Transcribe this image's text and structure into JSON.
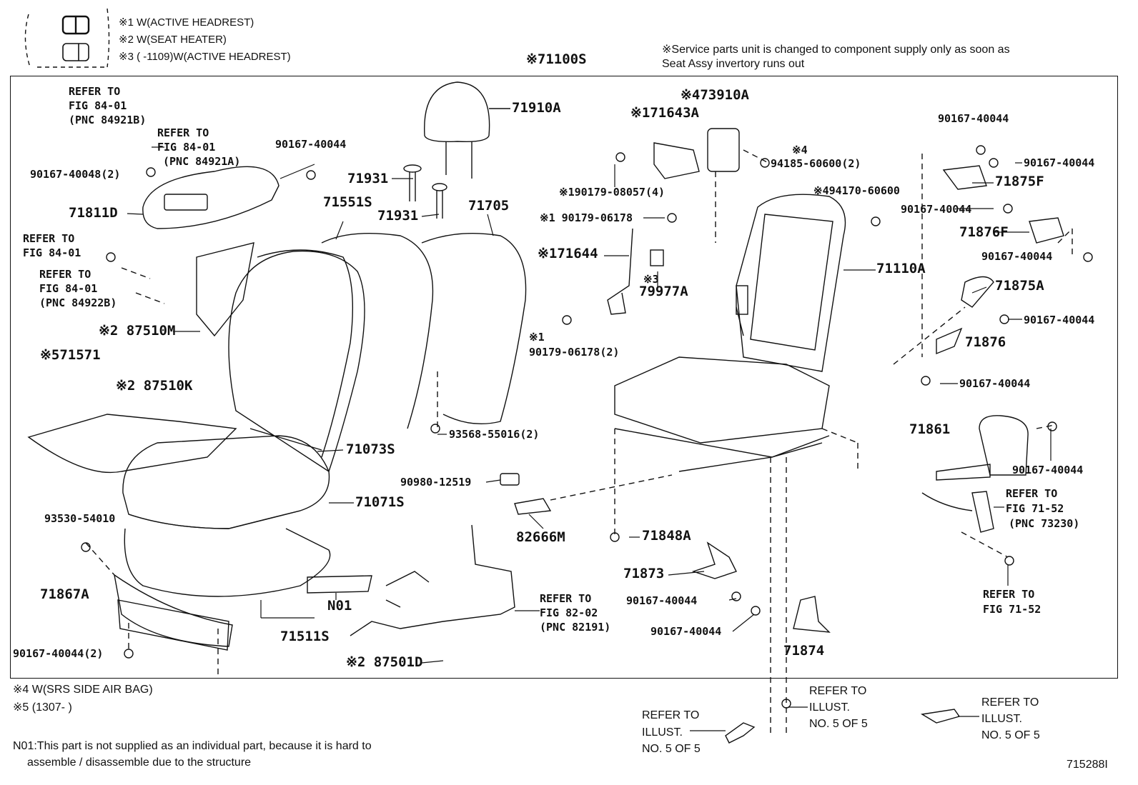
{
  "legend": {
    "line1": "※1 W(ACTIVE HEADREST)",
    "line2": "※2 W(SEAT HEATER)",
    "line3": "※3 (      -1109)W(ACTIVE HEADREST)",
    "icon1": "headrest-switch-icon",
    "icon2": "heater-switch-icon"
  },
  "service_note": {
    "line1": "※Service parts unit is changed to component supply only as soon as",
    "line2": "Seat Assy invertory runs out"
  },
  "assembly_label": "※71100S",
  "labels": {
    "ref_84921b": [
      "REFER TO",
      "FIG 84-01",
      "(PNC 84921B)"
    ],
    "ref_84921a": [
      "REFER TO",
      "FIG 84-01",
      "(PNC 84921A)"
    ],
    "p90167_40044_a": "90167-40044",
    "p90167_40048": "90167-40048(2)",
    "p71811d": "71811D",
    "ref_fig84_a": [
      "REFER TO",
      "FIG 84-01"
    ],
    "ref_84922b": [
      "REFER TO",
      "FIG 84-01",
      "(PNC 84922B)"
    ],
    "p87510m": "※2 87510M",
    "p71571": "※571571",
    "p87510k": "※2 87510K",
    "p71910a": "71910A",
    "p71931a": "71931",
    "p71931b": "71931",
    "p71551s": "71551S",
    "p71705": "71705",
    "p71073s": "71073S",
    "p71071s": "71071S",
    "p93530": "93530-54010",
    "p71867a": "71867A",
    "p90167_40044_2": "90167-40044(2)",
    "p71511s": "71511S",
    "n01": "N01",
    "p87501d": "※2 87501D",
    "p93568": "93568-55016(2)",
    "p90980": "90980-12519",
    "p82666m": "82666M",
    "ref_82191": [
      "REFER TO",
      "FIG 82-02",
      "(PNC 82191)"
    ],
    "p73910a": "※473910A",
    "p71643a": "※171643A",
    "p90179_08057": "※190179-08057(4)",
    "p94185": [
      "※4",
      "94185-60600(2)"
    ],
    "p90179_06178a": "※1 90179-06178",
    "p94170": "※494170-60600",
    "p71644": "※171644",
    "p79977a": [
      "※3",
      "79977A"
    ],
    "p90179_06178b": [
      "※1",
      "90179-06178(2)"
    ],
    "p71110a": "71110A",
    "p71848a": "71848A",
    "p71873": "71873",
    "p90167_40044_c": "90167-40044",
    "p90167_40044_d": "90167-40044",
    "p71874": "71874",
    "p90167_40044_e": "90167-40044",
    "p90167_40044_f": "90167-40044",
    "p71875f": "71875F",
    "p90167_40044_g": "90167-40044",
    "p71876f": "71876F",
    "p90167_40044_h": "90167-40044",
    "p71875a": "71875A",
    "p90167_40044_i": "90167-40044",
    "p71876": "71876",
    "p90167_40044_j": "90167-40044",
    "p71861": "71861",
    "p90167_40044_k": "90167-40044",
    "ref_73230": [
      "REFER TO",
      "FIG 71-52",
      "(PNC 73230)"
    ],
    "ref_fig71_52": [
      "REFER TO",
      "FIG 71-52"
    ]
  },
  "footer": {
    "note4": "※4 W(SRS SIDE AIR BAG)",
    "note5": "※5 (1307-      )",
    "n01_line1": "N01:This part is not supplied as an individual part, because it is hard to",
    "n01_line2": "assemble / disassemble due to the structure",
    "ref_illust_a": [
      "REFER TO",
      "ILLUST.",
      "NO. 5 OF 5"
    ],
    "ref_illust_b": [
      "REFER TO",
      "ILLUST.",
      "NO. 5 OF 5"
    ],
    "ref_illust_c": [
      "REFER TO",
      "ILLUST.",
      "NO. 5 OF 5"
    ],
    "figure_id": "715288I"
  }
}
